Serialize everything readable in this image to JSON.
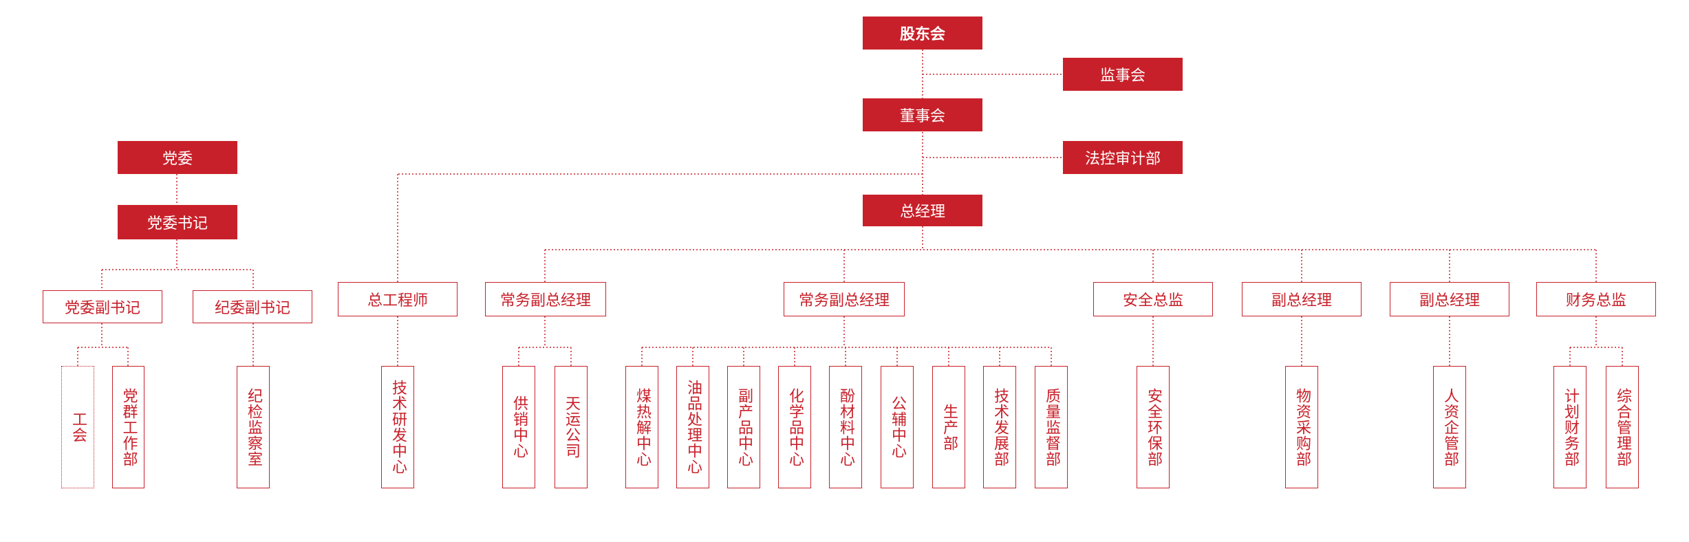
{
  "colors": {
    "accent": "#c8202a",
    "background": "#ffffff",
    "solid_text": "#ffffff"
  },
  "top": {
    "shareholders": "股东会",
    "supervisors": "监事会",
    "board": "董事会",
    "legal_audit": "法控审计部",
    "general_manager": "总经理"
  },
  "party": {
    "committee": "党委",
    "secretary": "党委书记",
    "deputy_secretary": "党委副书记",
    "discipline_deputy": "纪委副书记",
    "depts": [
      "工会",
      "党群工作部",
      "纪检监察室"
    ]
  },
  "executives": [
    "总工程师",
    "常务副总经理",
    "常务副总经理",
    "安全总监",
    "副总经理",
    "副总经理",
    "财务总监"
  ],
  "departments": {
    "chief_engineer": [
      "技术研发中心"
    ],
    "exec_vp_1": [
      "供销中心",
      "天运公司"
    ],
    "exec_vp_2": [
      "煤热解中心",
      "油品处理中心",
      "副产品中心",
      "化学品中心",
      "酚材料中心",
      "公辅中心",
      "生产部",
      "技术发展部",
      "质量监督部"
    ],
    "safety": [
      "安全环保部"
    ],
    "vp_1": [
      "物资采购部"
    ],
    "vp_2": [
      "人资企管部"
    ],
    "finance": [
      "计划财务部",
      "综合管理部"
    ]
  }
}
